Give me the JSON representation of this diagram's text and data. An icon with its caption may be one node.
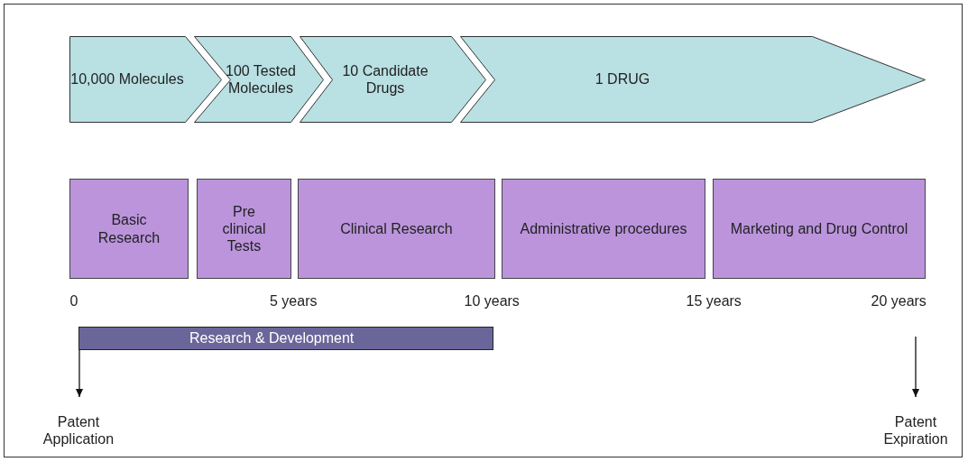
{
  "diagram": {
    "nodes": [
      {
        "text": [
          "10,000 Molecules"
        ]
      },
      {
        "text": [
          "100 Tested Molecules"
        ]
      },
      {
        "text": [
          "10 Candidate Drugs"
        ]
      },
      {
        "text": [
          "1 DRUG"
        ]
      },
      {
        "text": [
          "Basic Research"
        ]
      },
      {
        "text": [
          "Pre clinical Tests"
        ]
      },
      {
        "text": [
          "Clinical Research"
        ]
      },
      {
        "text": [
          "Administrative procedures"
        ]
      },
      {
        "text": [
          "Marketing and Drug Control"
        ]
      },
      {
        "text": [
          "Research & Development"
        ]
      },
      {
        "text": [
          "Patent Application"
        ]
      },
      {
        "text": [
          "Patent Expiration"
        ]
      }
    ],
    "edges": [
      {
        "from": 9,
        "to": 10,
        "arrow": "to"
      },
      {
        "from": null,
        "to": 11,
        "arrow": "to"
      }
    ],
    "labels": [
      "0",
      "5 years",
      "10 years",
      "15 years",
      "20 years"
    ]
  }
}
